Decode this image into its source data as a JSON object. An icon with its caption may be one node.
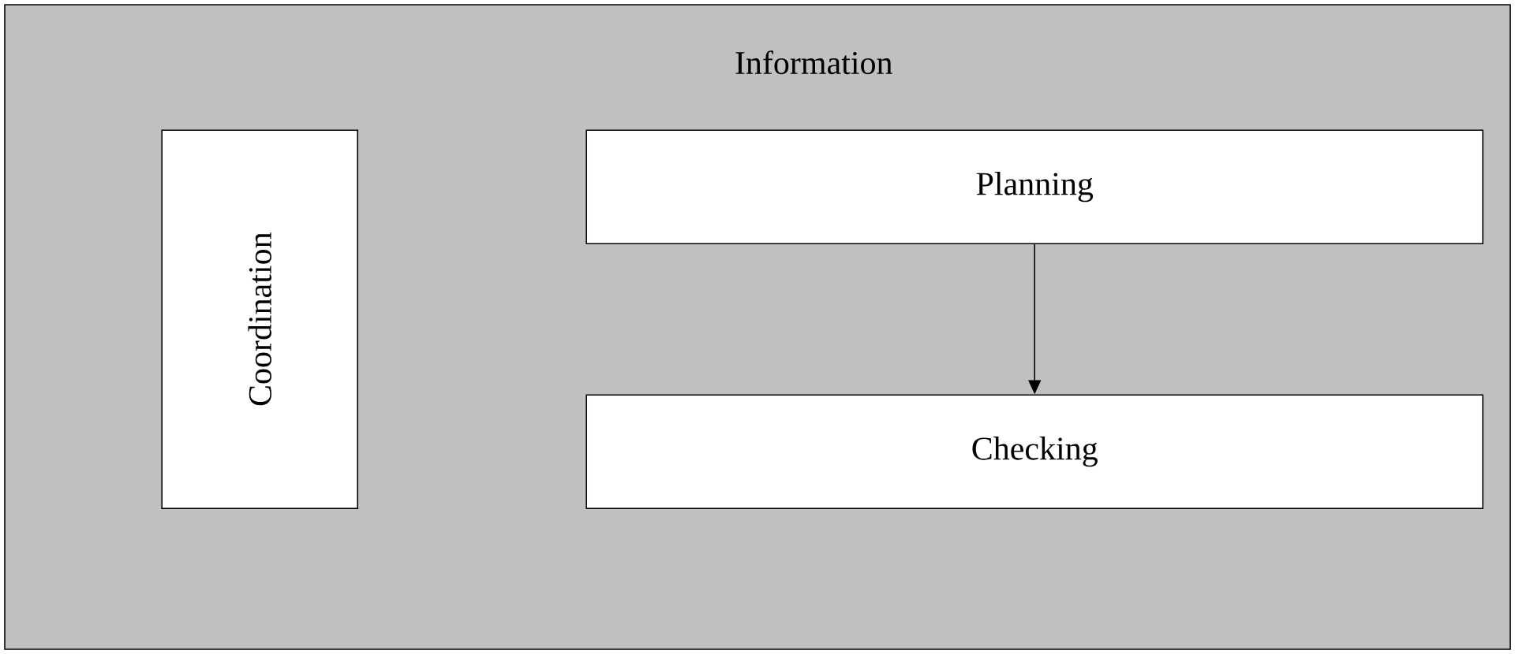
{
  "diagram": {
    "nodes": [
      {
        "text": [
          "Information"
        ]
      },
      {
        "text": [
          "Coordination"
        ],
        "in": 0
      },
      {
        "text": [
          "Planning"
        ],
        "in": 0
      },
      {
        "text": [
          "Checking"
        ],
        "in": 0
      }
    ],
    "edges": [
      {
        "from": 2,
        "to": 3,
        "arrow": "to"
      }
    ]
  }
}
